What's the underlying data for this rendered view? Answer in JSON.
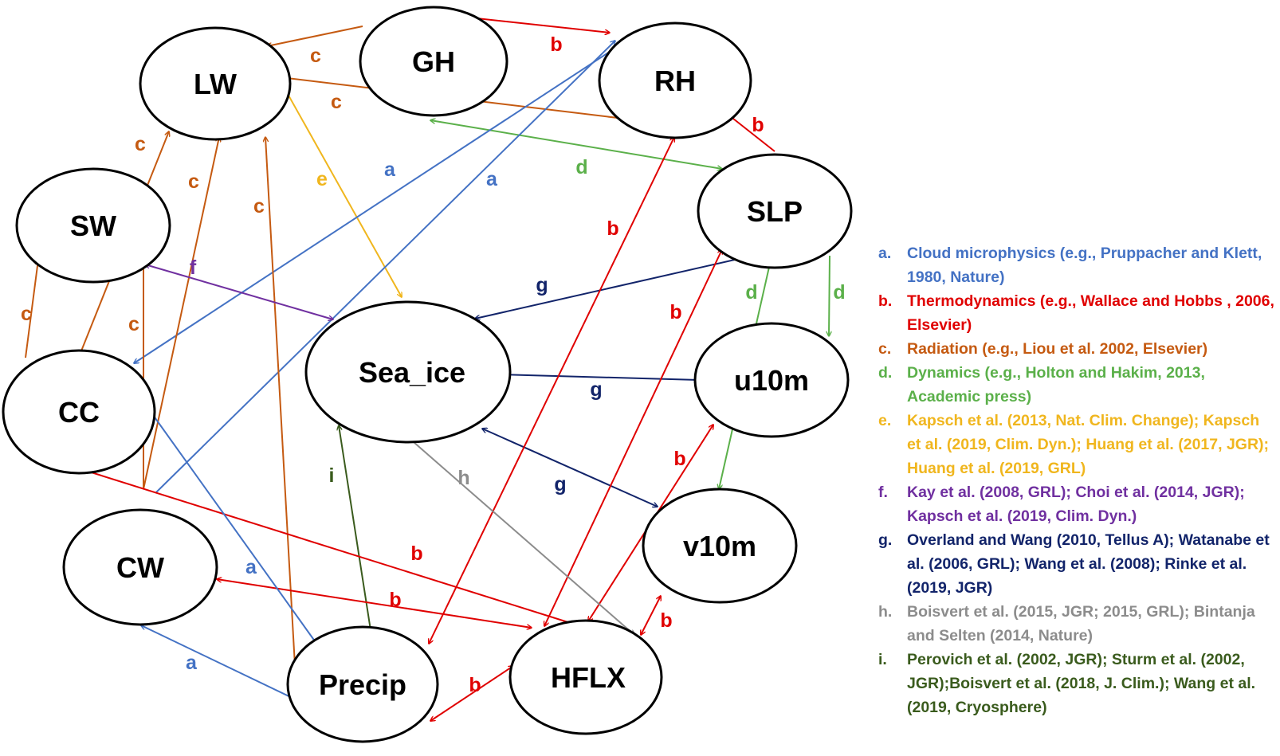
{
  "nodes": {
    "GH": "GH",
    "RH": "RH",
    "LW": "LW",
    "SLP": "SLP",
    "SW": "SW",
    "Sea_ice": "Sea_ice",
    "u10m": "u10m",
    "CC": "CC",
    "v10m": "v10m",
    "CW": "CW",
    "Precip": "Precip",
    "HFLX": "HFLX"
  },
  "colors": {
    "a": "#4472C4",
    "b": "#E00000",
    "c": "#C55A11",
    "d": "#5BB04A",
    "e": "#F0B61E",
    "f": "#7030A0",
    "g": "#12246A",
    "h": "#8C8C8C",
    "i": "#3A5B1D"
  },
  "legend": [
    {
      "letter": "a.",
      "text": "Cloud microphysics (e.g., Pruppacher and Klett, 1980, Nature)",
      "color": "#4472C4"
    },
    {
      "letter": "b.",
      "text": "Thermodynamics (e.g., Wallace and Hobbs , 2006, Elsevier)",
      "color": "#E00000"
    },
    {
      "letter": "c.",
      "text": "Radiation (e.g., Liou et al. 2002, Elsevier)",
      "color": "#C55A11"
    },
    {
      "letter": "d.",
      "text": "Dynamics (e.g., Holton and Hakim, 2013, Academic press)",
      "color": "#5BB04A"
    },
    {
      "letter": "e.",
      "text": "Kapsch et al. (2013, Nat. Clim. Change); Kapsch et al. (2019, Clim. Dyn.); Huang et al. (2017, JGR); Huang et al. (2019, GRL)",
      "color": "#F0B61E"
    },
    {
      "letter": "f.",
      "text": "Kay et al. (2008, GRL); Choi et al. (2014, JGR); Kapsch et al. (2019, Clim. Dyn.)",
      "color": "#7030A0"
    },
    {
      "letter": "g.",
      "text": "Overland and Wang (2010, Tellus A); Watanabe et al. (2006, GRL); Wang et al. (2008); Rinke et al. (2019, JGR)",
      "color": "#12246A"
    },
    {
      "letter": "h.",
      "text": "Boisvert et al. (2015, JGR; 2015, GRL); Bintanja and Selten (2014, Nature)",
      "color": "#8C8C8C"
    },
    {
      "letter": "i.",
      "text": "Perovich et al. (2002, JGR); Sturm et al. (2002, JGR);Boisvert et al. (2018, J. Clim.); Wang et al. (2019, Cryosphere)",
      "color": "#3A5B1D"
    }
  ],
  "edges": [
    {
      "id": "gh-lw",
      "type": "c",
      "label": "c",
      "from": "GH",
      "to": "LW",
      "dir": "end"
    },
    {
      "id": "gh-rh",
      "type": "b",
      "label": "b",
      "from": "GH",
      "to": "RH",
      "dir": "end"
    },
    {
      "id": "rh-lw",
      "type": "c",
      "label": "c",
      "from": "RH",
      "to": "LW",
      "dir": "end"
    },
    {
      "id": "slp-rh",
      "type": "b",
      "label": "b",
      "from": "SLP",
      "to": "RH",
      "dir": "end"
    },
    {
      "id": "gh-slp",
      "type": "d",
      "label": "d",
      "from": "GH",
      "to": "SLP",
      "dir": "both"
    },
    {
      "id": "lw-seaice",
      "type": "e",
      "label": "e",
      "from": "LW",
      "to": "Sea_ice",
      "dir": "both"
    },
    {
      "id": "rh-cc",
      "type": "a",
      "label": "a",
      "from": "RH",
      "to": "CC",
      "dir": "end"
    },
    {
      "id": "cw-rh",
      "type": "a",
      "label": "a",
      "from": "CW",
      "to": "RH",
      "dir": "end"
    },
    {
      "id": "cc-lw",
      "type": "c",
      "label": "c",
      "from": "CC",
      "to": "LW",
      "dir": "end"
    },
    {
      "id": "cw-lw",
      "type": "c",
      "label": "c",
      "from": "CW",
      "to": "LW",
      "dir": "end"
    },
    {
      "id": "precip-lw",
      "type": "c",
      "label": "c",
      "from": "Precip",
      "to": "LW",
      "dir": "end"
    },
    {
      "id": "cc-sw",
      "type": "c",
      "label": "c",
      "from": "CC",
      "to": "SW",
      "dir": "end"
    },
    {
      "id": "cw-sw",
      "type": "c",
      "label": "c",
      "from": "CW",
      "to": "SW",
      "dir": "end"
    },
    {
      "id": "sw-seaice",
      "type": "f",
      "label": "f",
      "from": "SW",
      "to": "Sea_ice",
      "dir": "both"
    },
    {
      "id": "seaice-slp",
      "type": "g",
      "label": "g",
      "from": "Sea_ice",
      "to": "SLP",
      "dir": "both"
    },
    {
      "id": "seaice-u10m",
      "type": "g",
      "label": "g",
      "from": "Sea_ice",
      "to": "u10m",
      "dir": "both"
    },
    {
      "id": "seaice-v10m",
      "type": "g",
      "label": "g",
      "from": "Sea_ice",
      "to": "v10m",
      "dir": "both"
    },
    {
      "id": "slp-u10m",
      "type": "d",
      "label": "d",
      "from": "SLP",
      "to": "u10m",
      "dir": "end"
    },
    {
      "id": "slp-v10m",
      "type": "d",
      "label": "d",
      "from": "SLP",
      "to": "v10m",
      "dir": "end"
    },
    {
      "id": "precip-rh",
      "type": "b",
      "label": "b",
      "from": "Precip",
      "to": "RH",
      "dir": "both"
    },
    {
      "id": "hflx-slp",
      "type": "b",
      "label": "b",
      "from": "HFLX",
      "to": "SLP",
      "dir": "both"
    },
    {
      "id": "hflx-u10m",
      "type": "b",
      "label": "b",
      "from": "HFLX",
      "to": "u10m",
      "dir": "both"
    },
    {
      "id": "hflx-v10m",
      "type": "b",
      "label": "b",
      "from": "HFLX",
      "to": "v10m",
      "dir": "both"
    },
    {
      "id": "hflx-seaice",
      "type": "h",
      "label": "h",
      "from": "HFLX",
      "to": "Sea_ice",
      "dir": "both"
    },
    {
      "id": "precip-seaice",
      "type": "i",
      "label": "i",
      "from": "Precip",
      "to": "Sea_ice",
      "dir": "end"
    },
    {
      "id": "hflx-cc",
      "type": "b",
      "label": "b",
      "from": "HFLX",
      "to": "CC",
      "dir": "both"
    },
    {
      "id": "cw-hflx",
      "type": "b",
      "label": "b",
      "from": "CW",
      "to": "HFLX",
      "dir": "both"
    },
    {
      "id": "cc-precip",
      "type": "a",
      "label": "a",
      "from": "CC",
      "to": "Precip",
      "dir": "end"
    },
    {
      "id": "cw-precip",
      "type": "a",
      "label": "a",
      "from": "CW",
      "to": "Precip",
      "dir": "both"
    },
    {
      "id": "precip-hflx",
      "type": "b",
      "label": "b",
      "from": "Precip",
      "to": "HFLX",
      "dir": "both"
    }
  ]
}
